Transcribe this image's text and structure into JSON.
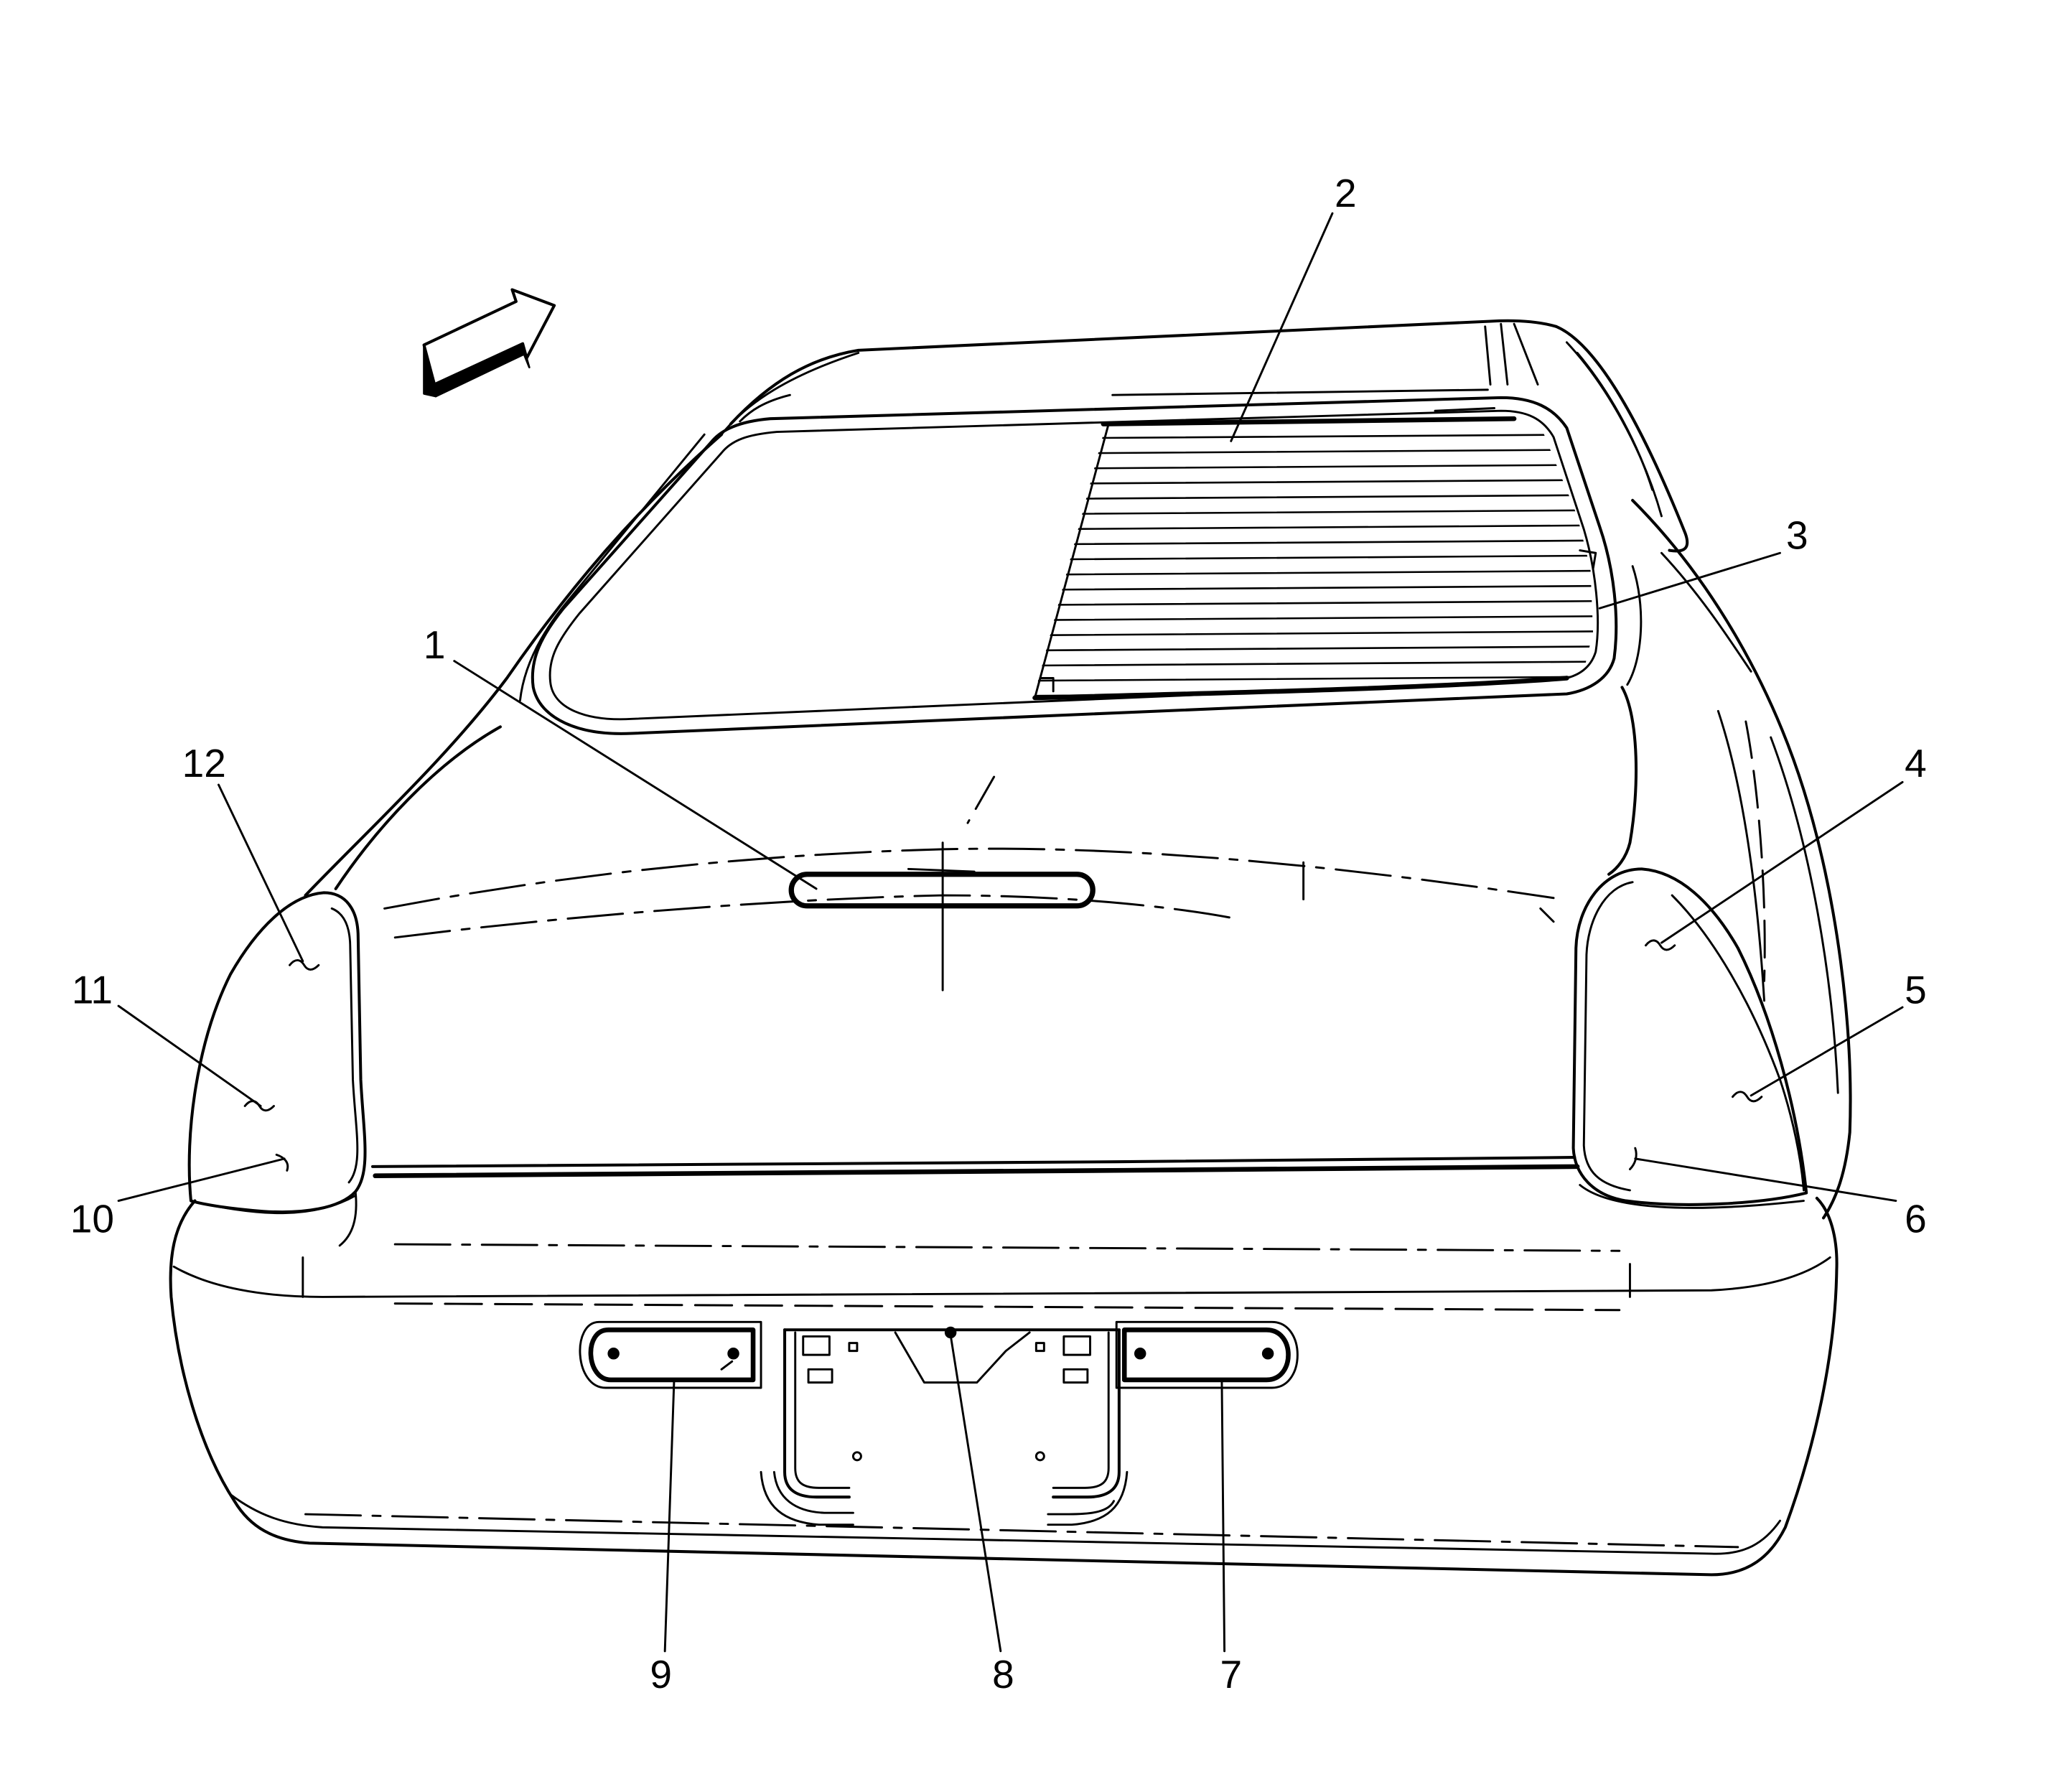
{
  "diagram": {
    "callouts": [
      "1",
      "2",
      "3",
      "4",
      "5",
      "6",
      "7",
      "8",
      "9",
      "10",
      "11",
      "12"
    ]
  },
  "colors": {
    "line": "#000000",
    "background": "#ffffff"
  }
}
